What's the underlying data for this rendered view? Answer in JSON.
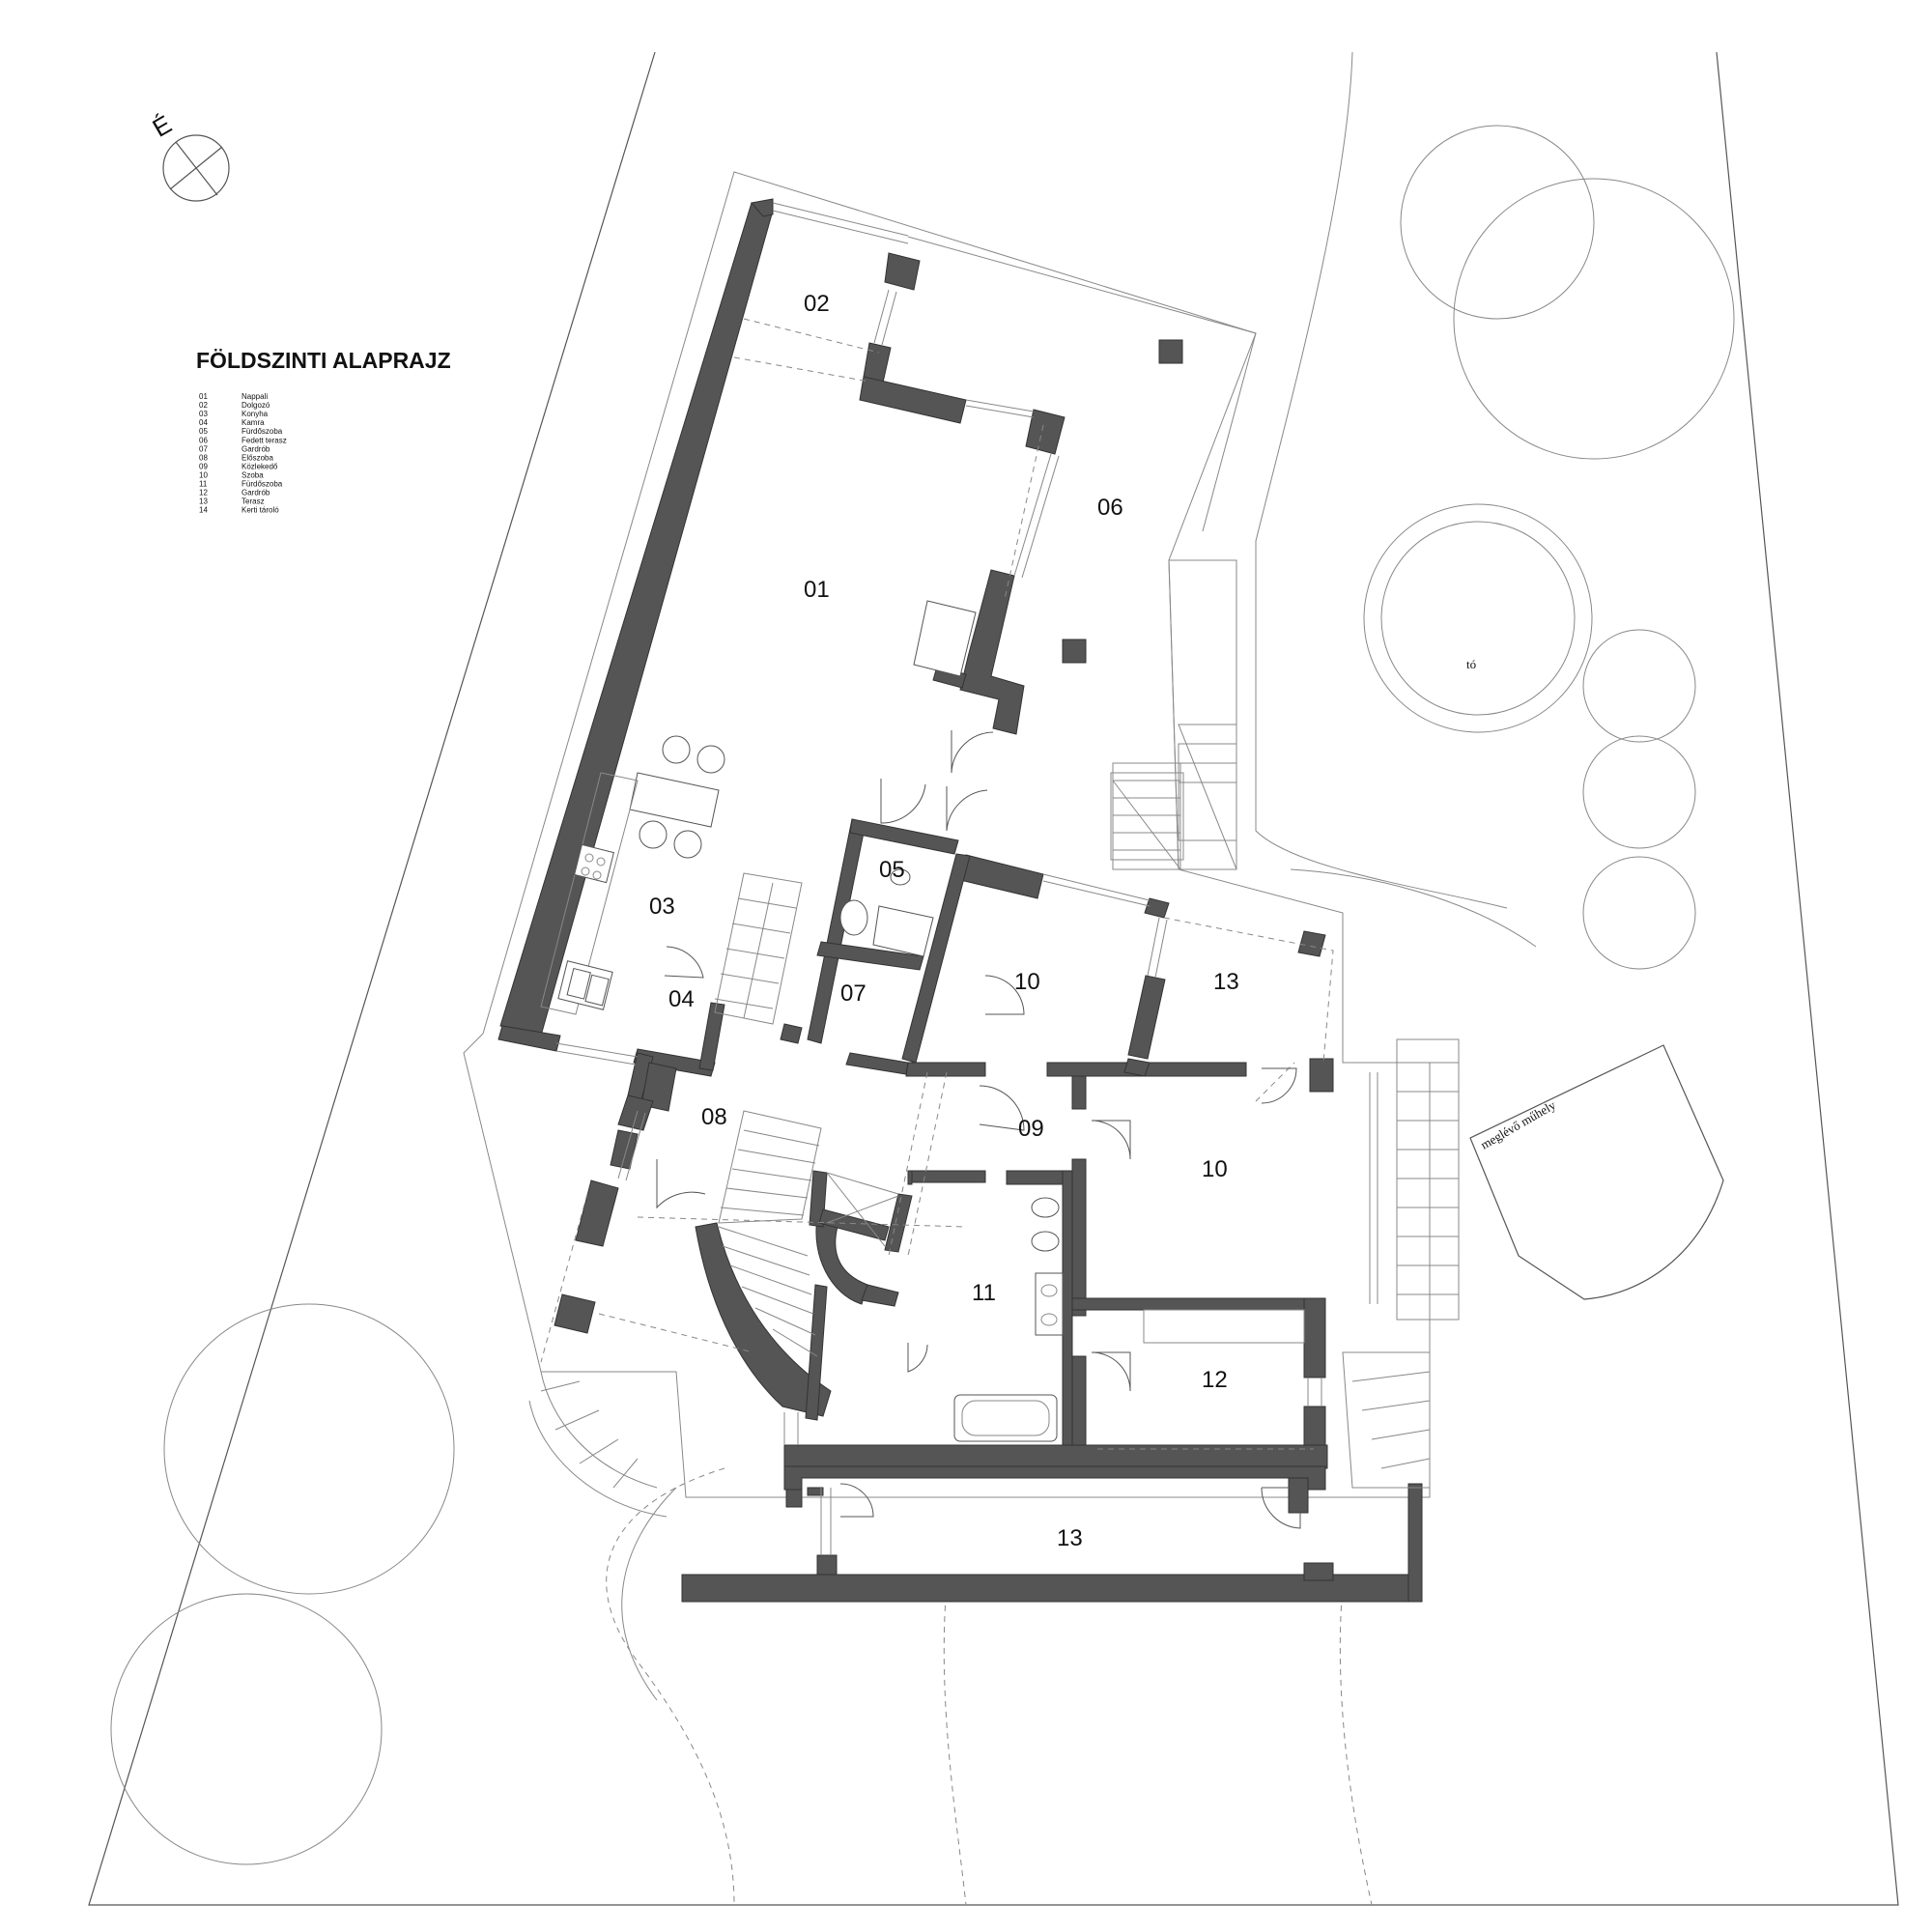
{
  "drawing": {
    "title": "FÖLDSZINTI ALAPRAJZ",
    "compass_label": "É",
    "legend": [
      {
        "num": "01",
        "name": "Nappali"
      },
      {
        "num": "02",
        "name": "Dolgozó"
      },
      {
        "num": "03",
        "name": "Konyha"
      },
      {
        "num": "04",
        "name": "Kamra"
      },
      {
        "num": "05",
        "name": "Fürdőszoba"
      },
      {
        "num": "06",
        "name": "Fedett terasz"
      },
      {
        "num": "07",
        "name": "Gardrób"
      },
      {
        "num": "08",
        "name": "Előszoba"
      },
      {
        "num": "09",
        "name": "Közlekedő"
      },
      {
        "num": "10",
        "name": "Szoba"
      },
      {
        "num": "11",
        "name": "Fürdőszoba"
      },
      {
        "num": "12",
        "name": "Gardrób"
      },
      {
        "num": "13",
        "name": "Terasz"
      },
      {
        "num": "14",
        "name": "Kerti tároló"
      }
    ],
    "rooms": {
      "r01": "01",
      "r02": "02",
      "r03": "03",
      "r04": "04",
      "r05": "05",
      "r06": "06",
      "r07": "07",
      "r08": "08",
      "r09": "09",
      "r10a": "10",
      "r10b": "10",
      "r11": "11",
      "r12": "12",
      "r13a": "13",
      "r13b": "13"
    },
    "site_labels": {
      "pond": "tó",
      "workshop": "meglévő műhely"
    }
  }
}
